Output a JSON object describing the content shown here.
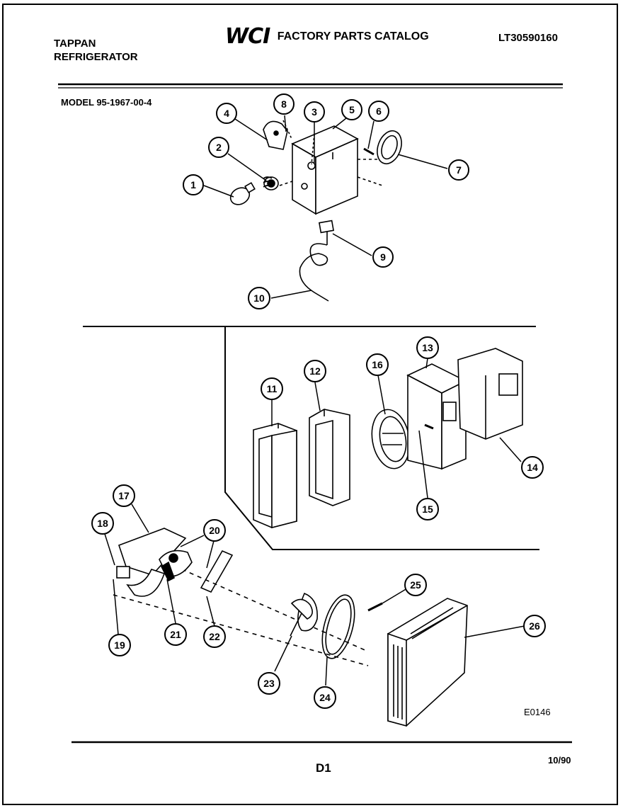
{
  "header": {
    "brand": "TAPPAN",
    "product": "REFRIGERATOR",
    "logo": "WCI",
    "catalog_title": "FACTORY PARTS CATALOG",
    "catalog_number": "LT30590160"
  },
  "model": "MODEL 95-1967-00-4",
  "diagram": {
    "code": "E0146",
    "callouts": [
      "1",
      "2",
      "3",
      "4",
      "5",
      "6",
      "7",
      "8",
      "9",
      "10",
      "11",
      "12",
      "13",
      "14",
      "15",
      "16",
      "17",
      "18",
      "19",
      "20",
      "21",
      "22",
      "23",
      "24",
      "25",
      "26"
    ]
  },
  "footer": {
    "page_id": "D1",
    "date": "10/90"
  }
}
